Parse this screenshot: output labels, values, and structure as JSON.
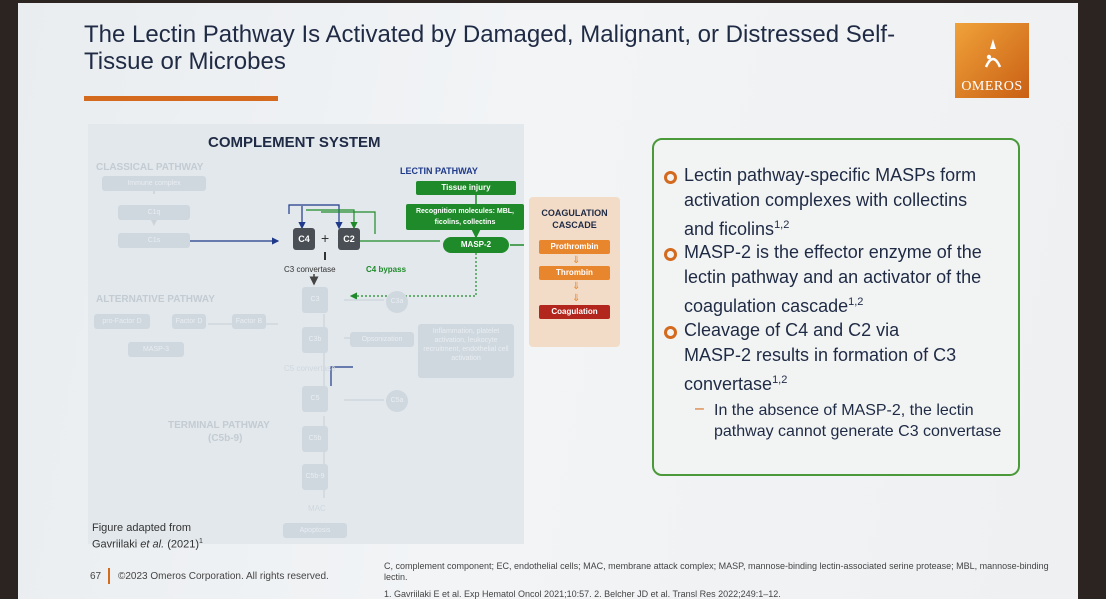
{
  "title": "The Lectin Pathway Is Activated by Damaged, Malignant, or Distressed Self-Tissue or Microbes",
  "logo": {
    "text": "OMEROS",
    "icon": "omeros-logo-icon",
    "colors": {
      "orange": "#d36a1e",
      "green": "#1f8a2a"
    }
  },
  "figure": {
    "title": "COMPLEMENT SYSTEM",
    "classical": {
      "label": "CLASSICAL PATHWAY",
      "immune_complex": "Immune complex",
      "c1q": "C1q",
      "c1s": "C1s"
    },
    "alternative": {
      "label": "ALTERNATIVE PATHWAY",
      "profactor_d": "pro-Factor D",
      "factor_d": "Factor D",
      "factor_b": "Factor B",
      "masp3": "MASP-3"
    },
    "terminal": {
      "label": "TERMINAL PATHWAY",
      "sub": "(C5b-9)"
    },
    "lectin": {
      "label": "LECTIN PATHWAY",
      "tissue_injury": "Tissue injury",
      "recognition": "Recognition molecules: MBL, ficolins, collectins",
      "masp2": "MASP-2"
    },
    "c4": "C4",
    "plus": "+",
    "c2": "C2",
    "c3_convertase": "C3 convertase",
    "c4_bypass": "C4 bypass",
    "c3": "C3",
    "c3a": "C3a",
    "c3b": "C3b",
    "opsonization": "Opsonization",
    "inflammation": "Inflammation, platelet activation, leukocyte recruitment, endothelial cell activation",
    "c5_convertase": "C5 convertase",
    "c5": "C5",
    "c5a": "C5a",
    "c5b": "C5b",
    "c5b9": "C5b-9",
    "mac": "MAC",
    "apoptosis": "Apoptosis",
    "coagulation": {
      "title_line1": "COAGULATION",
      "title_line2": "CASCADE",
      "prothrombin": "Prothrombin",
      "thrombin": "Thrombin",
      "coagulation": "Coagulation"
    },
    "caption_line1": "Figure adapted from",
    "caption_author": "Gavriilaki ",
    "caption_etal": "et al.",
    "caption_year": " (2021)",
    "caption_ref": "1"
  },
  "bullets": [
    {
      "lines": [
        "Lectin pathway-specific MASPs form",
        "activation complexes with collectins",
        "and ficolins"
      ],
      "sup": "1,2"
    },
    {
      "lines": [
        "MASP-2 is the effector enzyme of the",
        "lectin pathway and an activator of the",
        "coagulation cascade"
      ],
      "sup": "1,2"
    },
    {
      "lines": [
        "Cleavage of C4 and C2 via",
        "MASP-2 results in formation of C3",
        "convertase"
      ],
      "sup": "1,2"
    }
  ],
  "sub_bullet": {
    "dash": "–",
    "lines": [
      "In the absence of MASP-2, the lectin",
      "pathway cannot generate C3 convertase"
    ]
  },
  "footer": {
    "page": "67",
    "copyright": "©2023 Omeros Corporation. All rights reserved.",
    "abbreviations": "C, complement component; EC, endothelial cells; MAC, membrane attack complex; MASP, mannose-binding lectin-associated serine protease; MBL, mannose-binding lectin.",
    "references": "1. Gavriilaki E et al. Exp Hematol Oncol 2021;10:57. 2. Belcher JD et al. Transl Res 2022;249:1–12."
  }
}
